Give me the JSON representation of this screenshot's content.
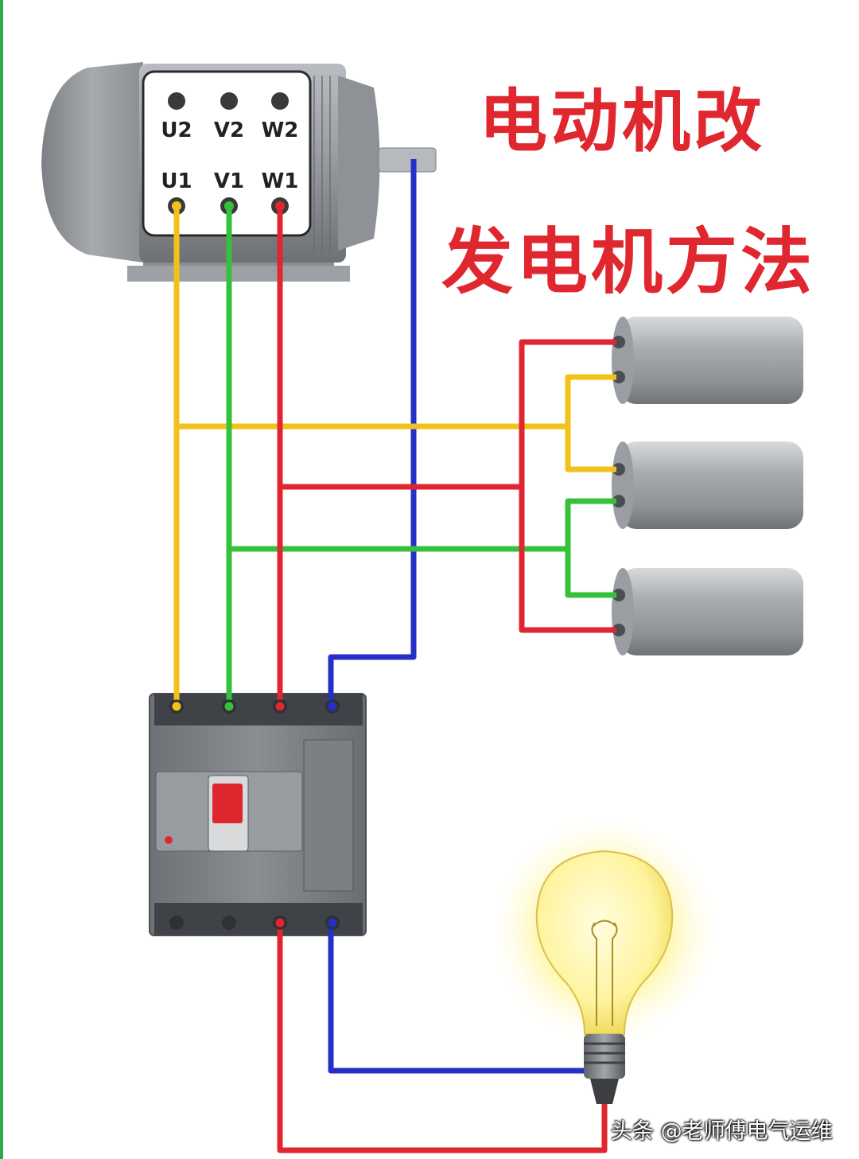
{
  "title": {
    "line1": "电动机改",
    "line2": "发电机方法"
  },
  "motor": {
    "terminals_top": [
      "U2",
      "V2",
      "W2"
    ],
    "terminals_bottom": [
      "U1",
      "V1",
      "W1"
    ]
  },
  "watermark": "头条 @老师傅电气运维",
  "colors": {
    "phase_u": "#f2c21a",
    "phase_v": "#35c13a",
    "phase_w": "#e0262e",
    "neutral": "#2430c8",
    "title": "#e0262e"
  },
  "components": {
    "motor_icon": "motor-icon",
    "capacitor_icon": "capacitor-icon",
    "breaker_icon": "circuit-breaker-icon",
    "lamp_icon": "light-bulb-icon"
  }
}
